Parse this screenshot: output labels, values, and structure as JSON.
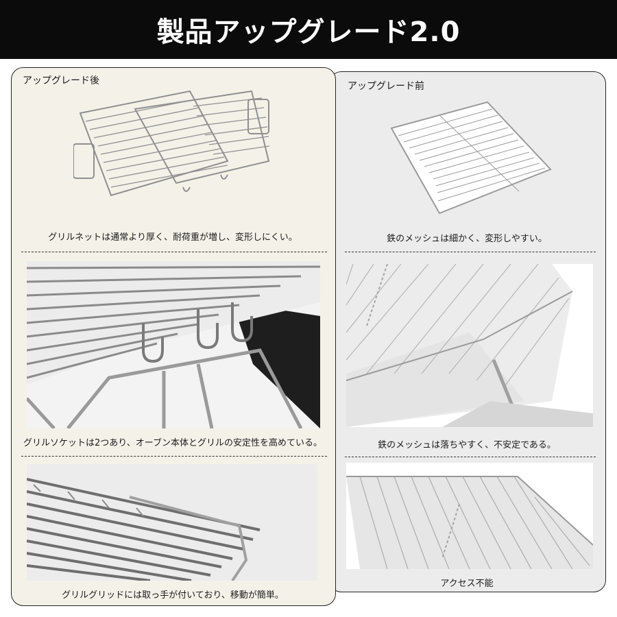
{
  "banner": {
    "title": "製品アップグレード2.0"
  },
  "after": {
    "title": "アップグレード後",
    "captions": [
      "グリルネットは通常より厚く、耐荷重が増し、変形しにくい。",
      "グリルソケットは2つあり、オーブン本体とグリルの安定性を高めている。",
      "グリルグリッドには取っ手が付いており、移動が簡単。"
    ]
  },
  "before": {
    "title": "アップグレード前",
    "captions": [
      "鉄のメッシュは細かく、変形しやすい。",
      "鉄のメッシュは落ちやすく、不安定である。",
      "アクセス不能"
    ]
  },
  "colors": {
    "banner_bg": "#0b0b0b",
    "after_bg": "#f4f1e8",
    "before_bg": "#ececec"
  }
}
